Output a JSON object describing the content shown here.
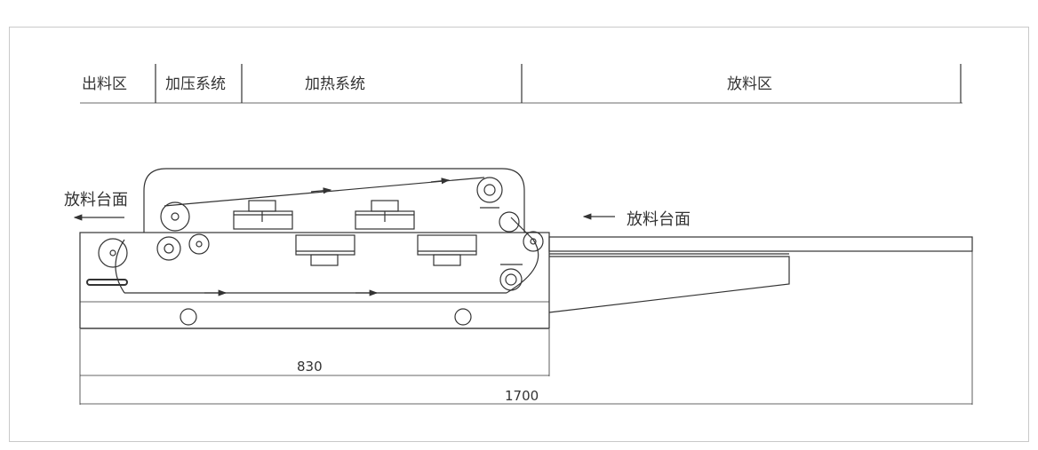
{
  "zones": {
    "outfeed": "出料区",
    "pressing": "加压系统",
    "heating": "加热系统",
    "infeed": "放料区"
  },
  "callouts": {
    "left_table": "放料台面",
    "right_table": "放料台面"
  },
  "dimensions": {
    "inner_length": "830",
    "total_length": "1700"
  }
}
